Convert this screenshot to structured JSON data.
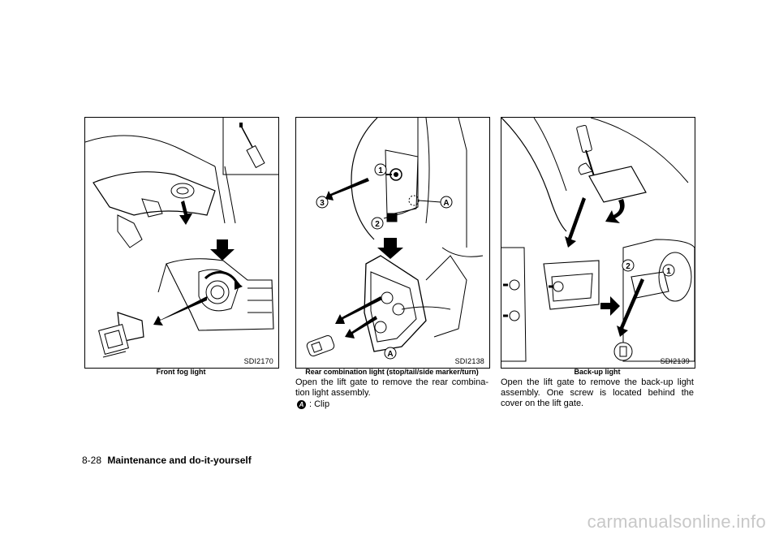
{
  "figures": [
    {
      "code": "SDI2170",
      "caption": "Front fog light"
    },
    {
      "code": "SDI2138",
      "caption": "Rear combination light (stop/tail/side marker/turn)",
      "callouts": [
        "1",
        "2",
        "3",
        "A",
        "A"
      ]
    },
    {
      "code": "SDI2139",
      "caption": "Back-up light",
      "callouts": [
        "1",
        "2"
      ]
    }
  ],
  "text": {
    "rear_para": "Open the lift gate to remove the rear combina- tion light assembly.",
    "clip_badge": "A",
    "clip_label": ": Clip",
    "backup_para": "Open the lift gate to remove the back-up light assembly. One screw is located behind the cover on the lift gate."
  },
  "footer": {
    "page": "8-28",
    "section": "Maintenance and do-it-yourself"
  },
  "watermark": "carmanualsonline.info"
}
